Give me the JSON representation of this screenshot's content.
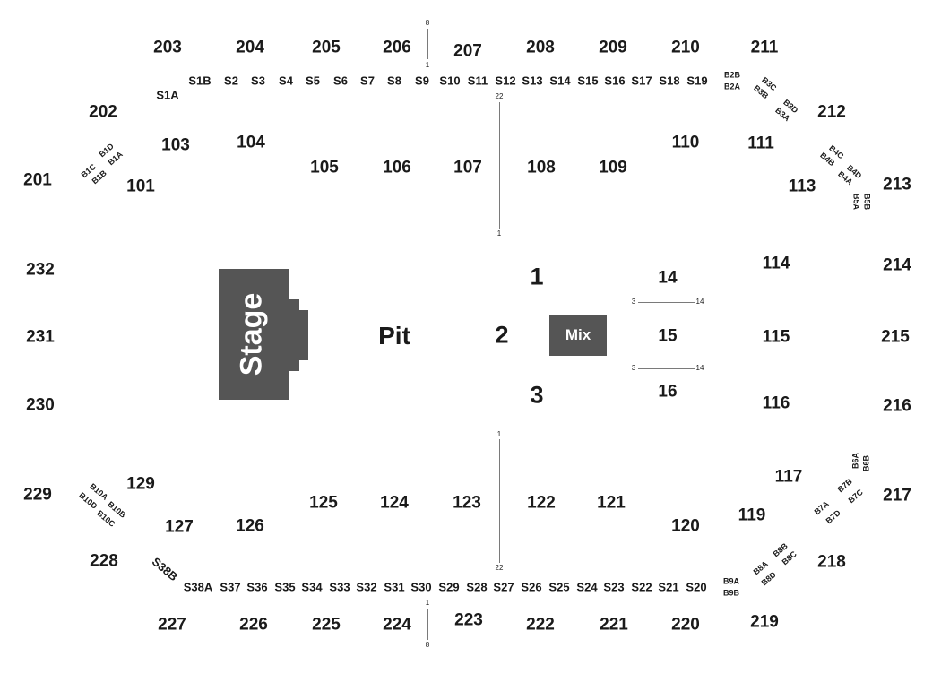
{
  "venue": {
    "stage_label": "Stage",
    "pit_label": "Pit",
    "mix_label": "Mix",
    "floor_sections": [
      "1",
      "2",
      "3",
      "14",
      "15",
      "16"
    ],
    "upper_sections": [
      "201",
      "202",
      "203",
      "204",
      "205",
      "206",
      "207",
      "208",
      "209",
      "210",
      "211",
      "212",
      "213",
      "214",
      "215",
      "216",
      "217",
      "218",
      "219",
      "220",
      "221",
      "222",
      "223",
      "224",
      "225",
      "226",
      "227",
      "228",
      "229",
      "230",
      "231",
      "232"
    ],
    "lower_sections": [
      "101",
      "103",
      "104",
      "105",
      "106",
      "107",
      "108",
      "109",
      "110",
      "111",
      "113",
      "114",
      "115",
      "116",
      "117",
      "119",
      "120",
      "121",
      "122",
      "123",
      "124",
      "125",
      "126",
      "127",
      "129"
    ],
    "suites_top": [
      "S1A",
      "S1B",
      "S2",
      "S3",
      "S4",
      "S5",
      "S6",
      "S7",
      "S8",
      "S9",
      "S10",
      "S11",
      "S12",
      "S13",
      "S14",
      "S15",
      "S16",
      "S17",
      "S18",
      "S19"
    ],
    "suites_bottom": [
      "S38B",
      "S38A",
      "S37",
      "S36",
      "S35",
      "S34",
      "S33",
      "S32",
      "S31",
      "S30",
      "S29",
      "S28",
      "S27",
      "S26",
      "S25",
      "S24",
      "S23",
      "S22",
      "S21",
      "S20"
    ],
    "boxes": [
      "B1C",
      "B1D",
      "B1B",
      "B1A",
      "B2B",
      "B2A",
      "B3C",
      "B3B",
      "B3D",
      "B3A",
      "B4C",
      "B4D",
      "B4B",
      "B4A",
      "B5B",
      "B5A",
      "B6B",
      "B6A",
      "B7B",
      "B7A",
      "B7C",
      "B7D",
      "B8B",
      "B8A",
      "B8C",
      "B8D",
      "B9A",
      "B9B",
      "B10A",
      "B10B",
      "B10D",
      "B10C"
    ],
    "row_markers": {
      "top_small": [
        "8",
        "1"
      ],
      "center_top": [
        "22",
        "1"
      ],
      "center_bottom": [
        "1",
        "22"
      ],
      "bottom_small": [
        "1",
        "8"
      ],
      "row_14": [
        "3",
        "14"
      ],
      "row_16": [
        "3",
        "14"
      ]
    }
  }
}
